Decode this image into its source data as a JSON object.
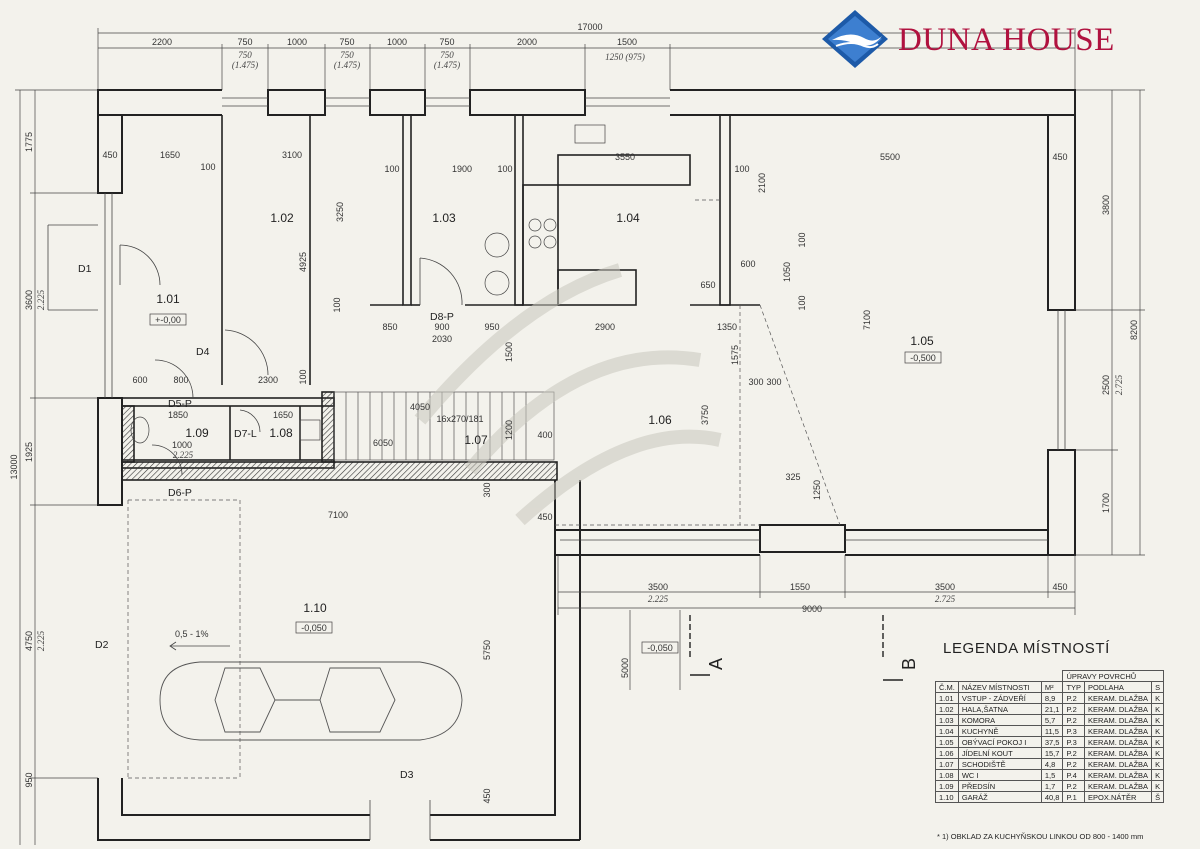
{
  "logo": {
    "brand": "DUNA HOUSE",
    "icon": "duna-house-diamond-logo"
  },
  "dimensions_top": [
    "17000",
    "2200",
    "750",
    "1000",
    "750",
    "1000",
    "750",
    "2000",
    "1500"
  ],
  "window_notes": [
    "750",
    "(1.475)",
    "750",
    "(1.475)",
    "750",
    "(1.475)",
    "1250 (975)"
  ],
  "dimensions_left": [
    "1775",
    "3600",
    "2.225",
    "13000",
    "1925",
    "4750",
    "2.225",
    "950"
  ],
  "dimensions_right": [
    "3800",
    "8200",
    "2500",
    "2.725",
    "1700"
  ],
  "dimensions_interior": [
    "450",
    "1650",
    "3100",
    "100",
    "100",
    "1900",
    "100",
    "3550",
    "5500",
    "450",
    "3250",
    "4925",
    "2100",
    "100",
    "1050",
    "100",
    "600",
    "100",
    "850",
    "900",
    "950",
    "2900",
    "2030",
    "1350",
    "1575",
    "600",
    "800",
    "2300",
    "100",
    "1850",
    "1650",
    "1000",
    "2.225",
    "4050",
    "16x270/181",
    "1200",
    "400",
    "1500",
    "3750",
    "300",
    "300",
    "7100",
    "325",
    "1250",
    "6050",
    "300",
    "450",
    "7100",
    "5750",
    "3500",
    "1550",
    "3500",
    "450",
    "2.225",
    "2.725",
    "9000",
    "5000",
    "450",
    "100",
    "650"
  ],
  "rooms": {
    "r101": "1.01",
    "r102": "1.02",
    "r103": "1.03",
    "r104": "1.04",
    "r105": "1.05",
    "r106": "1.06",
    "r107": "1.07",
    "r108": "1.08",
    "r109": "1.09",
    "r110": "1.10"
  },
  "levels": {
    "l101": "+-0,00",
    "l105": "-0,500",
    "l110": "-0,050",
    "outside": "-0,050"
  },
  "doors": {
    "d1": "D1",
    "d2": "D2",
    "d3": "D3",
    "d4": "D4",
    "d5": "D5-P",
    "d6": "D6-P",
    "d7": "D7-L",
    "d8": "D8-P"
  },
  "slope": "0,5 - 1%",
  "sections": {
    "a": "A",
    "b": "B"
  },
  "legend": {
    "title": "LEGENDA MÍSTNOSTÍ",
    "group_header": "ÚPRAVY POVRCHŮ",
    "headers": [
      "Č.M.",
      "NÁZEV MÍSTNOSTI",
      "M²",
      "TYP",
      "PODLAHA",
      "S"
    ],
    "rows": [
      [
        "1.01",
        "VSTUP - ZÁDVEŘÍ",
        "8,9",
        "P.2",
        "KERAM. DLAŽBA",
        "K"
      ],
      [
        "1.02",
        "HALA,ŠATNA",
        "21,1",
        "P.2",
        "KERAM. DLAŽBA",
        "K"
      ],
      [
        "1.03",
        "KOMORA",
        "5,7",
        "P.2",
        "KERAM. DLAŽBA",
        "K"
      ],
      [
        "1.04",
        "KUCHYNĚ",
        "11,5",
        "P.3",
        "KERAM. DLAŽBA",
        "K"
      ],
      [
        "1.05",
        "OBÝVACÍ POKOJ I",
        "37,5",
        "P.3",
        "KERAM. DLAŽBA",
        "K"
      ],
      [
        "1.06",
        "JÍDELNÍ KOUT",
        "15,7",
        "P.2",
        "KERAM. DLAŽBA",
        "K"
      ],
      [
        "1.07",
        "SCHODIŠTĚ",
        "4,8",
        "P.2",
        "KERAM. DLAŽBA",
        "K"
      ],
      [
        "1.08",
        "WC I",
        "1,5",
        "P.4",
        "KERAM. DLAŽBA",
        "K"
      ],
      [
        "1.09",
        "PŘEDSÍN",
        "1,7",
        "P.2",
        "KERAM. DLAŽBA",
        "K"
      ],
      [
        "1.10",
        "GARÁŽ",
        "40,8",
        "P.1",
        "EPOX.NÁTĚR",
        "Š"
      ]
    ],
    "footnote": "* 1) OBKLAD ZA KUCHYŇSKOU LINKOU OD 800 - 1400 mm"
  },
  "colors": {
    "brand": "#b0123f",
    "logo_blue": "#1d5aa8",
    "paper": "#f3f2ec",
    "wall": "#222222"
  }
}
